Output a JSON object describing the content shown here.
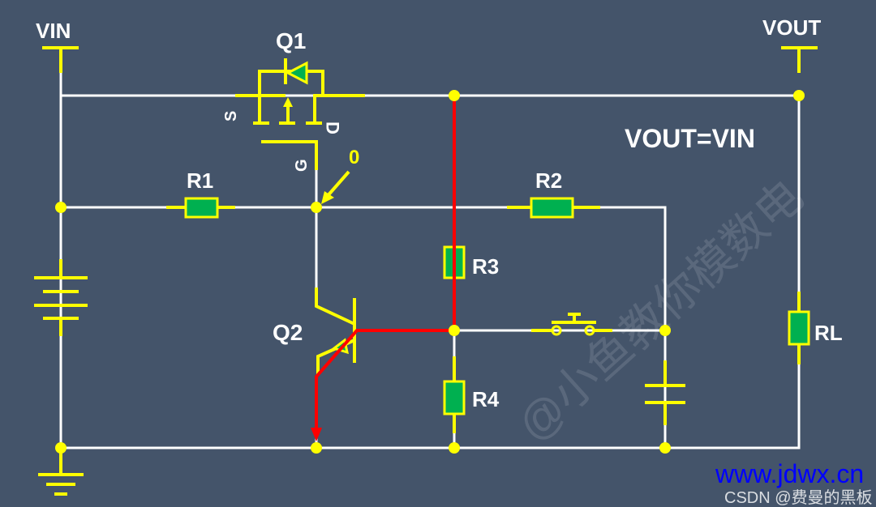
{
  "labels": {
    "vin": "VIN",
    "vout": "VOUT",
    "q1": "Q1",
    "q2": "Q2",
    "r1": "R1",
    "r2": "R2",
    "r3": "R3",
    "r4": "R4",
    "rl": "RL",
    "source": "S",
    "drain": "D",
    "gate": "G",
    "gate_voltage": "0",
    "equation": "VOUT=VIN"
  },
  "watermarks": {
    "diagonal": "@小鱼教你模数电",
    "csdn": "CSDN @费曼的黑板",
    "site": "www.jdwx.cn"
  },
  "colors": {
    "background": "#44546a",
    "wire": "#ffffff",
    "component": "#ffff00",
    "component_fill": "#00b050",
    "current_path": "#ff0000",
    "site_watermark": "#0000ff"
  }
}
